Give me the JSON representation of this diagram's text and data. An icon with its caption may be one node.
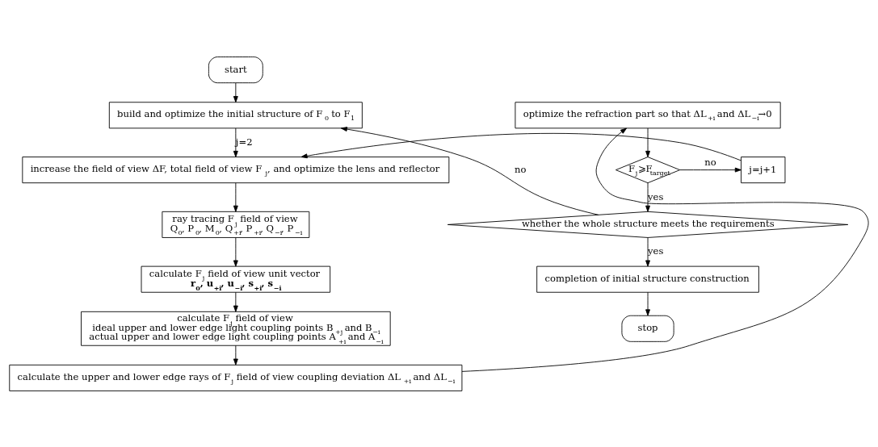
{
  "diagram": {
    "nodes": [
      {
        "text": [
          "start"
        ]
      },
      {
        "text": [
          "build and optimize the initial structure of F$_{0}$ to F$_{1}$"
        ]
      },
      {
        "text": [
          "increase the field of view ΔF, total field of view F$_{j}$, and optimize the lens and reflector"
        ]
      },
      {
        "text": [
          "ray tracing F$_{j}$ field of view",
          "Q$_{0}$, P$_{0}$, M$_{0}$, Q$_{+i}$, P$_{+i}$, Q$_{−i}$, P$_{−i}$"
        ]
      },
      {
        "text": [
          "calculate F$_{j}$ field of view unit vector",
          "r$_{0}$, u$_{+i}$, u$_{−i}$, s$_{+i}$, s$_{−i}$"
        ]
      },
      {
        "text": [
          "calculate F$_{j}$ field of view",
          "ideal upper and lower edge light coupling points B$_{+j}$ and B$_{−i}$",
          "actual upper and lower edge light coupling points A$_{+i}$ and A$_{−i}$"
        ]
      },
      {
        "text": [
          "calculate the upper and lower edge rays of F$_{j}$ field of view coupling deviation ΔL$_{+i}$ and ΔL$_{−i}$"
        ]
      },
      {
        "text": [
          "optimize the refraction part so that ΔL$_{+i}$ and ΔL$_{−i}$→0"
        ]
      },
      {
        "text": [
          "F$_{j}$⩾F$_{target}$"
        ]
      },
      {
        "text": [
          "j=j+1"
        ]
      },
      {
        "text": [
          "whether the whole structure meets the requirements"
        ]
      },
      {
        "text": [
          "completion of initial structure construction"
        ]
      },
      {
        "text": [
          "stop"
        ]
      }
    ],
    "edges": [
      {
        "from": 0,
        "to": 1,
        "arrow": "to"
      },
      {
        "from": 1,
        "to": 2,
        "arrow": "to",
        "label": "j=2"
      },
      {
        "from": 2,
        "to": 3,
        "arrow": "to"
      },
      {
        "from": 3,
        "to": 4,
        "arrow": "to"
      },
      {
        "from": 4,
        "to": 5,
        "arrow": "to"
      },
      {
        "from": 5,
        "to": 6,
        "arrow": "to"
      },
      {
        "from": 6,
        "to": 7,
        "arrow": "to"
      },
      {
        "from": 7,
        "to": 8,
        "arrow": "to"
      },
      {
        "from": 8,
        "to": 9,
        "arrow": "to",
        "label": "no"
      },
      {
        "from": 9,
        "to": 2,
        "arrow": "to"
      },
      {
        "from": 8,
        "to": 10,
        "arrow": "to",
        "label": "yes"
      },
      {
        "from": 10,
        "to": 1,
        "arrow": "to",
        "label": "no"
      },
      {
        "from": 10,
        "to": 11,
        "arrow": "to",
        "label": "yes"
      },
      {
        "from": 11,
        "to": 12,
        "arrow": "to"
      }
    ]
  }
}
